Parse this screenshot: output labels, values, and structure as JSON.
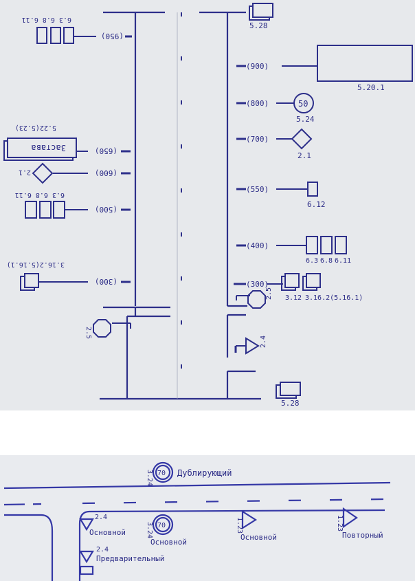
{
  "top_diagram": {
    "ink_color": "#2d2f8a",
    "sign_labels": {
      "s528_top": "5.28",
      "s5201": "5.20.1",
      "s524": "5.24",
      "speed_value": "50",
      "s21_right": "2.1",
      "s612": "6.12",
      "s63_right": "6.3",
      "s68_right": "6.8",
      "s611_right": "6.11",
      "s25_right": "2.5",
      "s312": "3.12",
      "s3162": "3.16.2(5.16.1)",
      "s24_right": "2.4",
      "s528_bottom": "5.28",
      "s25_left": "2.5",
      "left_top_codes": "6.3  6.8  6.11",
      "left_mid_codes": "6.3  6.8  6.11",
      "left_caption_codes": "5.22(5.23)",
      "zastava_word": "Застава",
      "s21_left": "2.1",
      "left_bottom_codes": "3.16.2(5.16.1)"
    },
    "distances_right": [
      "(900)",
      "(800)",
      "(700)",
      "(550)",
      "(400)",
      "(300)"
    ],
    "distances_left": [
      "(950)",
      "(650)",
      "(600)",
      "(500)",
      "(300)"
    ]
  },
  "bottom_diagram": {
    "ink_color": "#3538a6",
    "speed_value_top": "70",
    "speed_value_bottom": "70",
    "code_324_top": "3.24",
    "code_324_bottom": "3.24",
    "code_24_first": "2.4",
    "code_24_second": "2.4",
    "code_123_first": "1.23",
    "code_123_second": "1.23",
    "label_duplicating": "Дублирующий",
    "label_main_left": "Основной",
    "label_main_speed": "Основной",
    "label_main_right": "Основной",
    "label_preliminary": "Предварительный",
    "label_repeat": "Повторный"
  }
}
